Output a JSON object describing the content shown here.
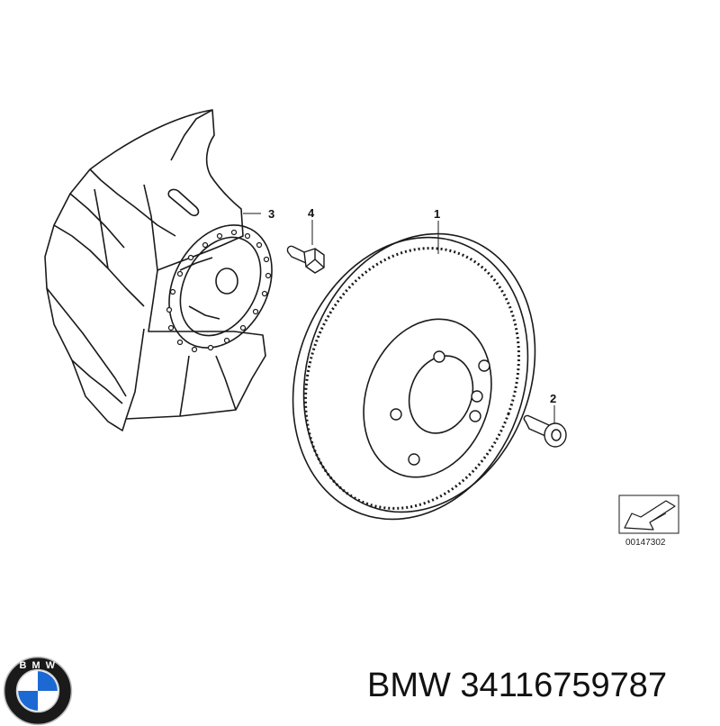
{
  "diagram": {
    "callouts": {
      "brake_disc": "1",
      "wheel_bolt": "2",
      "protection_plate": "3",
      "hex_screw": "4"
    },
    "reference_code": "00147302"
  },
  "logo": {
    "letters": "BMW",
    "colors": {
      "blue": "#1c69d4",
      "white": "#ffffff",
      "ring": "#1a1a1a"
    }
  },
  "caption": {
    "text": "BMW 34116759787"
  }
}
